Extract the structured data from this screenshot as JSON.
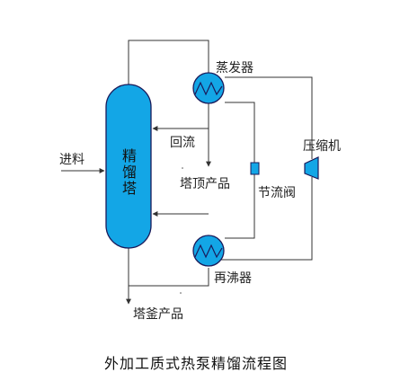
{
  "diagram": {
    "column": {
      "line1": "精",
      "line2": "馏",
      "line3": "塔"
    },
    "labels": {
      "feed": "进料",
      "evaporator": "蒸发器",
      "reflux": "回流",
      "top_product": "塔顶产品",
      "compressor": "压缩机",
      "throttle_valve": "节流阀",
      "reboiler": "再沸器",
      "bottom_product": "塔釜产品"
    },
    "caption": "外加工质式热泵精馏流程图"
  },
  "colors": {
    "equipment_fill": "#13a6e6",
    "equipment_stroke": "#1a1a5a",
    "line": "#333333"
  }
}
